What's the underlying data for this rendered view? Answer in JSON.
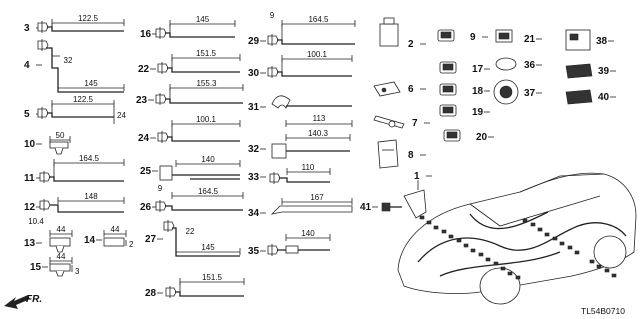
{
  "diagram_code": "TL54B0710",
  "direction_label": "FR.",
  "parts": [
    {
      "id": "p3",
      "ref": "3",
      "dims": [
        "122.5"
      ]
    },
    {
      "id": "p4",
      "ref": "4",
      "dims": [
        "32",
        "145"
      ]
    },
    {
      "id": "p5",
      "ref": "5",
      "dims": [
        "122.5",
        "24"
      ]
    },
    {
      "id": "p10",
      "ref": "10",
      "dims": [
        "50"
      ]
    },
    {
      "id": "p11",
      "ref": "11",
      "dims": [
        "164.5"
      ]
    },
    {
      "id": "p12",
      "ref": "12",
      "dims": [
        "148",
        "10.4"
      ]
    },
    {
      "id": "p13",
      "ref": "13",
      "dims": [
        "44"
      ]
    },
    {
      "id": "p14",
      "ref": "14",
      "dims": [
        "44",
        "2"
      ]
    },
    {
      "id": "p15",
      "ref": "15",
      "dims": [
        "44",
        "3"
      ]
    },
    {
      "id": "p16",
      "ref": "16",
      "dims": [
        "145"
      ]
    },
    {
      "id": "p22",
      "ref": "22",
      "dims": [
        "151.5"
      ]
    },
    {
      "id": "p23",
      "ref": "23",
      "dims": [
        "155.3"
      ]
    },
    {
      "id": "p24",
      "ref": "24",
      "dims": [
        "100.1"
      ]
    },
    {
      "id": "p25",
      "ref": "25",
      "dims": [
        "140"
      ]
    },
    {
      "id": "p26",
      "ref": "26",
      "dims": [
        "9",
        "164.5"
      ]
    },
    {
      "id": "p27",
      "ref": "27",
      "dims": [
        "22",
        "145"
      ]
    },
    {
      "id": "p28",
      "ref": "28",
      "dims": [
        "151.5"
      ]
    },
    {
      "id": "p29",
      "ref": "29",
      "dims": [
        "9",
        "164.5"
      ]
    },
    {
      "id": "p30",
      "ref": "30",
      "dims": [
        "100.1"
      ]
    },
    {
      "id": "p31",
      "ref": "31",
      "dims": [
        "113"
      ]
    },
    {
      "id": "p32",
      "ref": "32",
      "dims": [
        "140.3"
      ]
    },
    {
      "id": "p33",
      "ref": "33",
      "dims": [
        "110"
      ]
    },
    {
      "id": "p34",
      "ref": "34",
      "dims": [
        "167"
      ]
    },
    {
      "id": "p35",
      "ref": "35",
      "dims": [
        "140"
      ]
    },
    {
      "id": "p2",
      "ref": "2",
      "dims": []
    },
    {
      "id": "p6",
      "ref": "6",
      "dims": []
    },
    {
      "id": "p7",
      "ref": "7",
      "dims": []
    },
    {
      "id": "p8",
      "ref": "8",
      "dims": []
    },
    {
      "id": "p1",
      "ref": "1",
      "dims": []
    },
    {
      "id": "p41",
      "ref": "41",
      "dims": []
    },
    {
      "id": "p9",
      "ref": "9",
      "dims": []
    },
    {
      "id": "p17",
      "ref": "17",
      "dims": []
    },
    {
      "id": "p18",
      "ref": "18",
      "dims": []
    },
    {
      "id": "p19",
      "ref": "19",
      "dims": []
    },
    {
      "id": "p20",
      "ref": "20",
      "dims": []
    },
    {
      "id": "p21",
      "ref": "21",
      "dims": []
    },
    {
      "id": "p36",
      "ref": "36",
      "dims": []
    },
    {
      "id": "p37",
      "ref": "37",
      "dims": []
    },
    {
      "id": "p38",
      "ref": "38",
      "dims": []
    },
    {
      "id": "p39",
      "ref": "39",
      "dims": []
    },
    {
      "id": "p40",
      "ref": "40",
      "dims": []
    }
  ]
}
